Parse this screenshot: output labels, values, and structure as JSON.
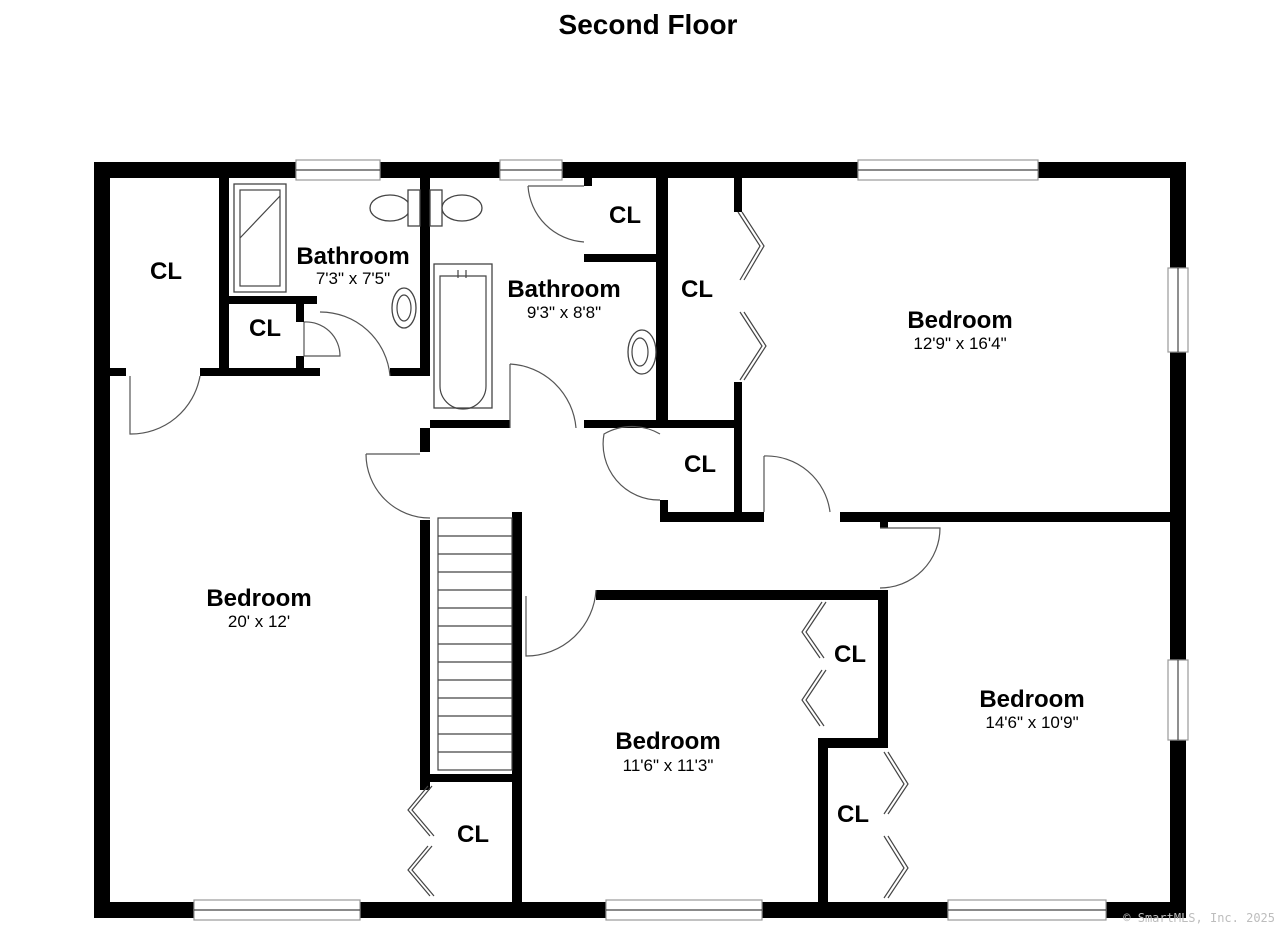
{
  "title": "Second Floor",
  "rooms": {
    "bath_small": {
      "name": "Bathroom",
      "dim": "7'3\" x 7'5\""
    },
    "bath_large": {
      "name": "Bathroom",
      "dim": "9'3\" x 8'8\""
    },
    "bed_ne": {
      "name": "Bedroom",
      "dim": "12'9\" x 16'4\""
    },
    "bed_w": {
      "name": "Bedroom",
      "dim": "20' x 12'"
    },
    "bed_s": {
      "name": "Bedroom",
      "dim": "11'6\" x 11'3\""
    },
    "bed_se": {
      "name": "Bedroom",
      "dim": "14'6\" x 10'9\""
    }
  },
  "closet_label": "CL",
  "watermark": "© SmartMLS, Inc. 2025"
}
